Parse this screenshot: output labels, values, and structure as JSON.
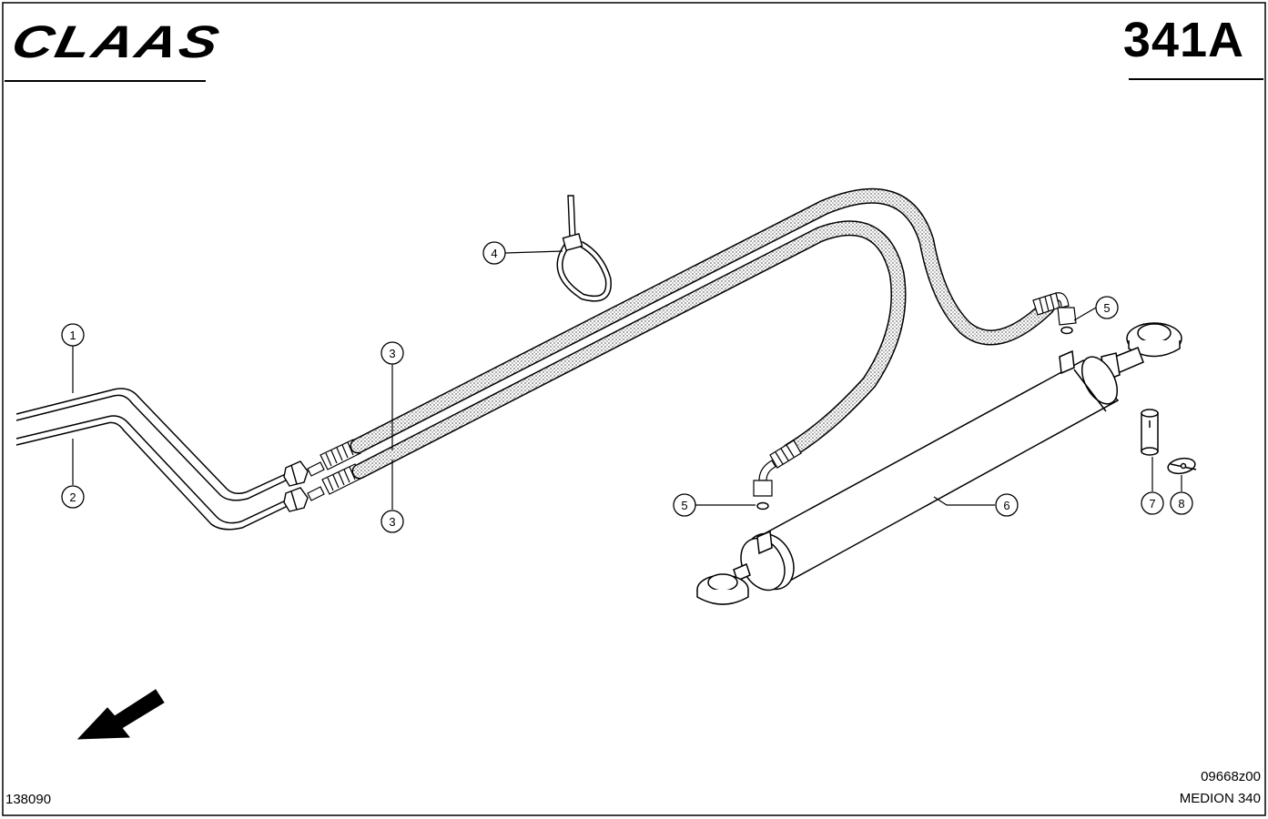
{
  "header": {
    "brand": "CLAAS",
    "page_number": "341A"
  },
  "footer": {
    "doc_code": "138090",
    "drawing_code": "09668z00",
    "model": "MEDION 340"
  },
  "callouts": [
    {
      "id": "c1",
      "label": "1"
    },
    {
      "id": "c2",
      "label": "2"
    },
    {
      "id": "c3a",
      "label": "3"
    },
    {
      "id": "c3b",
      "label": "3"
    },
    {
      "id": "c4",
      "label": "4"
    },
    {
      "id": "c5a",
      "label": "5"
    },
    {
      "id": "c5b",
      "label": "5"
    },
    {
      "id": "c6",
      "label": "6"
    },
    {
      "id": "c7",
      "label": "7"
    },
    {
      "id": "c8",
      "label": "8"
    }
  ],
  "colors": {
    "line": "#000000",
    "background": "#ffffff",
    "hose_texture": "#8a8a8a"
  },
  "icons": [
    "direction-arrow-icon"
  ]
}
